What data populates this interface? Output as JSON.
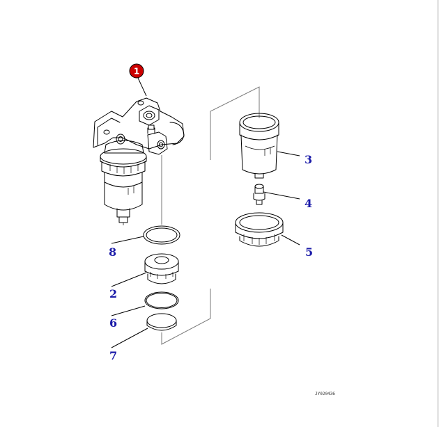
{
  "diagram": {
    "ref_code": "JY020436",
    "badge": {
      "label": "1",
      "color": "#cc0000"
    },
    "callouts": [
      {
        "id": "3",
        "label": "3"
      },
      {
        "id": "4",
        "label": "4"
      },
      {
        "id": "5",
        "label": "5"
      },
      {
        "id": "8",
        "label": "8"
      },
      {
        "id": "2",
        "label": "2"
      },
      {
        "id": "6",
        "label": "6"
      },
      {
        "id": "7",
        "label": "7"
      }
    ],
    "label_color": "#1a1aa8"
  }
}
